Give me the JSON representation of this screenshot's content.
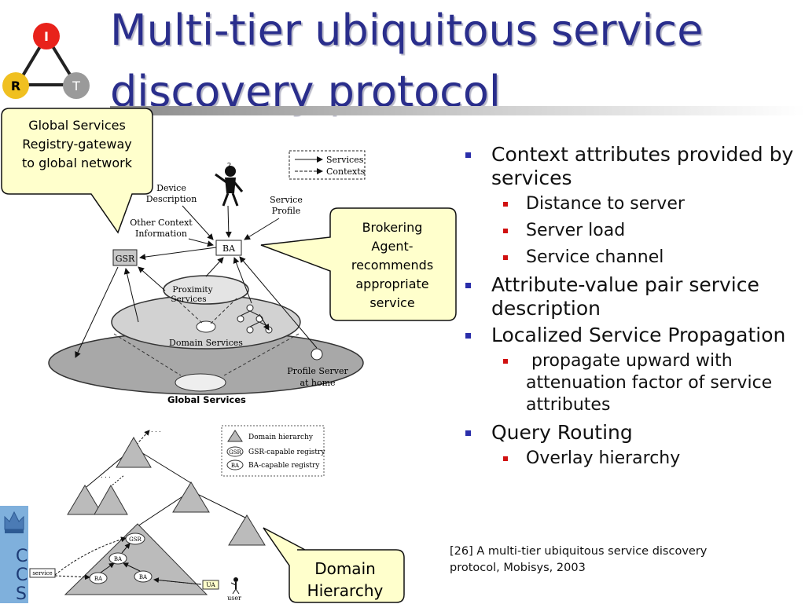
{
  "title": {
    "line1": "Multi-tier ubiquitous service",
    "line2": "discovery protocol"
  },
  "logo": {
    "top": "I",
    "left": "R",
    "right": "T"
  },
  "callouts": {
    "gsr": {
      "line1": "Global Services",
      "line2": "Registry-gateway",
      "line3": "to global network"
    },
    "ba": {
      "line1": "Brokering",
      "line2": "Agent-",
      "line3": "recommends",
      "line4": "appropriate",
      "line5": "service"
    },
    "domain": {
      "line1": "Domain",
      "line2": "Hierarchy"
    }
  },
  "figure1": {
    "legend_services": "Services",
    "legend_contexts": "Contexts",
    "device_description_1": "Device",
    "device_description_2": "Description",
    "other_context_1": "Other Context",
    "other_context_2": "Information",
    "service_profile_1": "Service",
    "service_profile_2": "Profile",
    "gsr": "GSR",
    "ba": "BA",
    "proximity_1": "Proximity",
    "proximity_2": "Services",
    "domain_services": "Domain Services",
    "profile_server_1": "Profile Server",
    "profile_server_2": "at home",
    "caption": "Global Services"
  },
  "figure2": {
    "legend_domain": "Domain hierarchy",
    "legend_gsr_tag": "GSR",
    "legend_gsr": "GSR-capable registry",
    "legend_ba_tag": "BA",
    "legend_ba": "BA-capable registry",
    "gsr": "GSR",
    "ba": "BA",
    "service": "service",
    "ua": "UA",
    "user": "user",
    "dots": ". . ."
  },
  "bullets": {
    "b1": "Context attributes provided by services",
    "b1_1": "Distance to server",
    "b1_2": "Server load",
    "b1_3": "Service channel",
    "b2": "Attribute-value pair service description",
    "b3": "Localized Service Propagation",
    "b3_1": " propagate upward with attenuation factor of service attributes",
    "b4": "Query Routing",
    "b4_1": "Overlay hierarchy"
  },
  "reference": "[26] A multi-tier ubiquitous service discovery protocol, Mobisys, 2003",
  "left_strip": {
    "l1": "C",
    "l2": "C",
    "l3": "S"
  },
  "colors": {
    "title": "#2a2e8c",
    "callout_fill": "#ffffcc",
    "bullet_blue": "#2a2eaa",
    "bullet_red": "#d01010",
    "logo_red": "#e8221b",
    "logo_yellow": "#f0c020",
    "logo_gray": "#9a9a9a"
  }
}
